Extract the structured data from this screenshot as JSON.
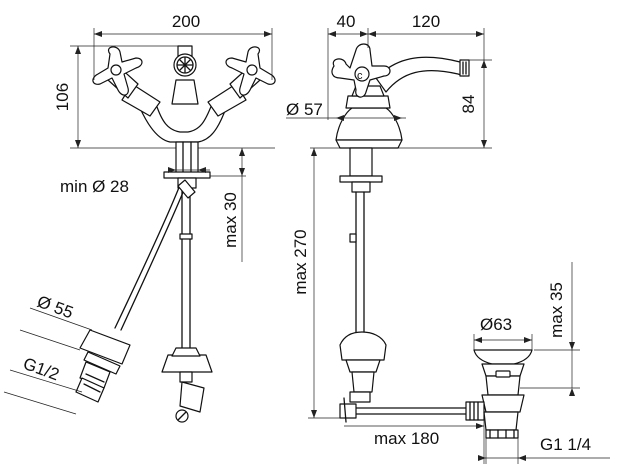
{
  "left_view": {
    "width_label": "200",
    "height_label": "106",
    "hole_label": "min Ø 28",
    "thickness_label": "max 30",
    "escutcheon_label": "Ø 55",
    "thread_label": "G1/2"
  },
  "right_view": {
    "offset_label": "40",
    "reach_label": "120",
    "base_label": "Ø 57",
    "spout_height_label": "84",
    "depth_label": "max 270",
    "flange_label": "Ø63",
    "flange_height_label": "max 35",
    "rod_label": "max 180",
    "waste_thread_label": "G1 1/4"
  }
}
